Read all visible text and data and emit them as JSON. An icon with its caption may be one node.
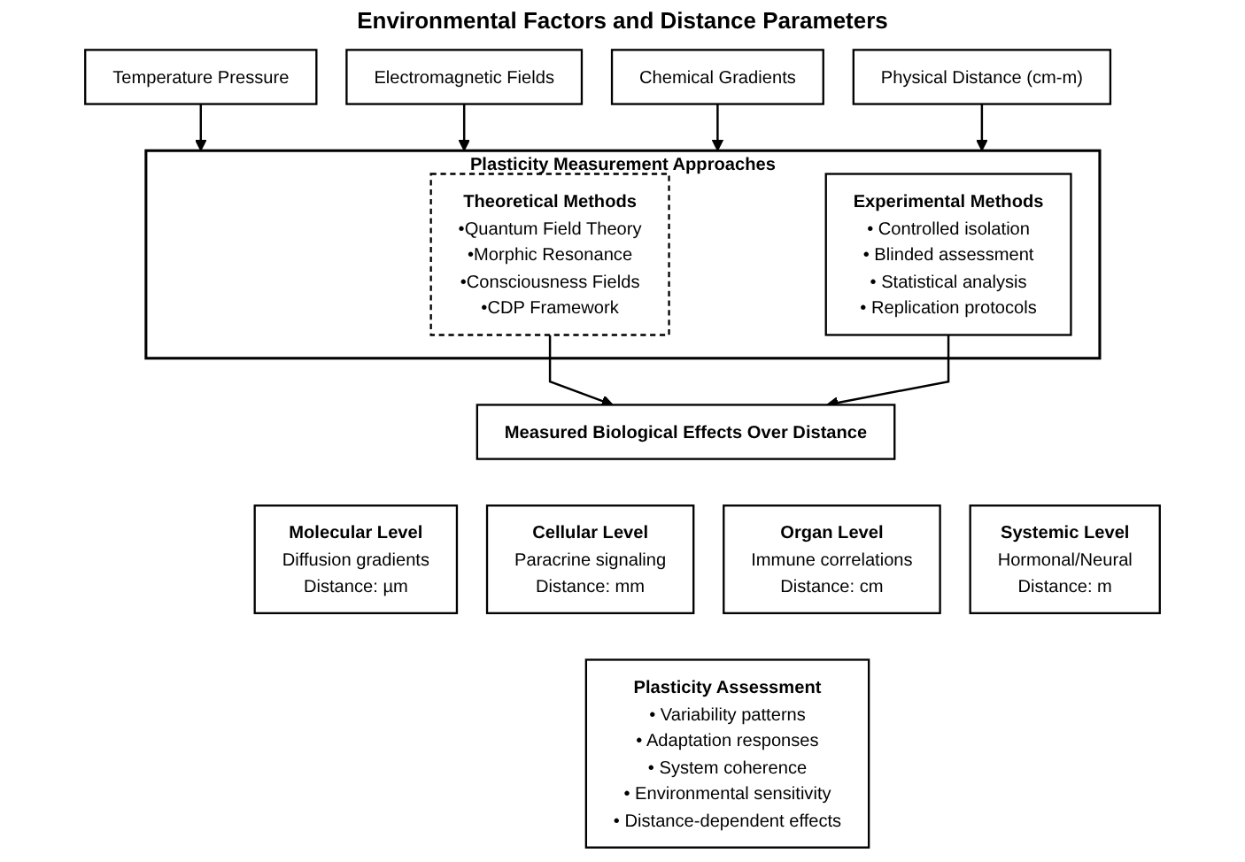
{
  "diagram": {
    "title": "Environmental Factors and Distance Parameters",
    "nodes": [
      {
        "text": [
          "Temperature Pressure"
        ]
      },
      {
        "text": [
          "Electromagnetic Fields"
        ]
      },
      {
        "text": [
          "Chemical Gradients"
        ]
      },
      {
        "text": [
          "Physical Distance (cm-m)"
        ]
      },
      {
        "text": [
          "Plasticity Measurement Approaches"
        ]
      },
      {
        "text": [
          "Theoretical Methods",
          "•Quantum Field Theory",
          "•Morphic Resonance",
          "•Consciousness Fields",
          "•CDP Framework"
        ],
        "in": 4
      },
      {
        "text": [
          "Experimental Methods",
          "• Controlled isolation",
          "• Blinded assessment",
          "• Statistical analysis",
          "• Replication protocols"
        ],
        "in": 4
      },
      {
        "text": [
          "Measured Biological Effects Over Distance"
        ]
      },
      {
        "text": [
          "Molecular Level",
          "Diffusion gradients",
          "Distance: µm"
        ]
      },
      {
        "text": [
          "Cellular Level",
          "Paracrine signaling",
          "Distance: mm"
        ]
      },
      {
        "text": [
          "Organ Level",
          "Immune correlations",
          "Distance: cm"
        ]
      },
      {
        "text": [
          "Systemic Level",
          "Hormonal/Neural",
          "Distance: m"
        ]
      },
      {
        "text": [
          "Plasticity Assessment",
          "• Variability patterns",
          "• Adaptation responses",
          "• System coherence",
          "• Environmental sensitivity",
          "• Distance-dependent effects"
        ]
      }
    ],
    "edges": [
      {
        "from": 0,
        "to": 4,
        "arrow": "to"
      },
      {
        "from": 1,
        "to": 4,
        "arrow": "to"
      },
      {
        "from": 2,
        "to": 4,
        "arrow": "to"
      },
      {
        "from": 3,
        "to": 4,
        "arrow": "to"
      },
      {
        "from": 5,
        "to": 7,
        "arrow": "to"
      },
      {
        "from": 6,
        "to": 7,
        "arrow": "to"
      }
    ]
  }
}
